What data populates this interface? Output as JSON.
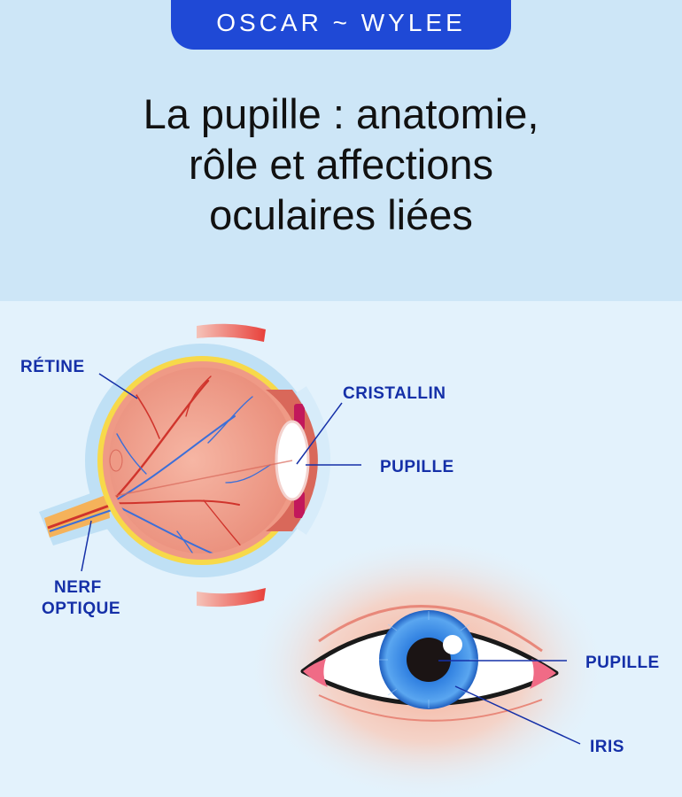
{
  "brand": {
    "logo_text": "OSCAR ~ WYLEE"
  },
  "title_lines": [
    "La pupille : anatomie,",
    "rôle et affections",
    "oculaires liées"
  ],
  "labels": {
    "retine": "RÉTINE",
    "cristallin": "CRISTALLIN",
    "pupille_top": "PUPILLE",
    "nerf_optique_line1": "NERF",
    "nerf_optique_line2": "OPTIQUE",
    "pupille_bottom": "PUPILLE",
    "iris": "IRIS"
  },
  "colors": {
    "brand_blue": "#1f49d6",
    "label_blue": "#1530a8",
    "top_background": "#cde6f7",
    "bottom_background": "#e3f2fc",
    "iris_blue": "#2f7fe0"
  }
}
